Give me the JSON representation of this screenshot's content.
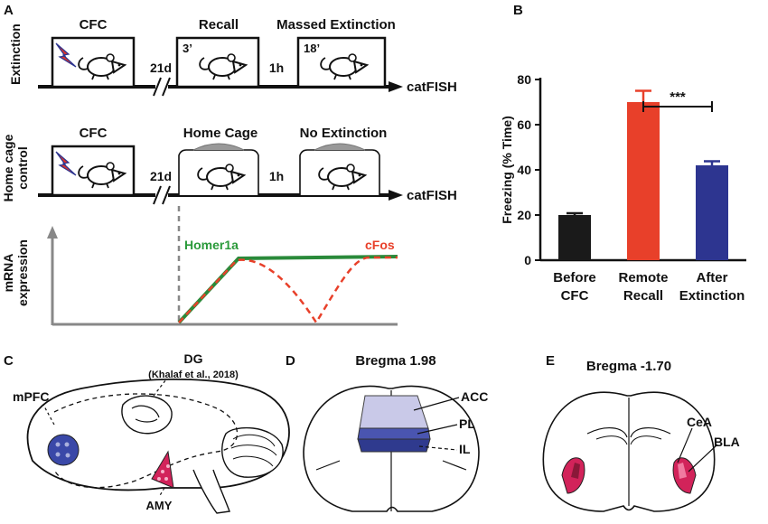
{
  "panels": {
    "a": "A",
    "b": "B",
    "c": "C",
    "d": "D",
    "e": "E"
  },
  "panelA": {
    "row1_label": "Extinction",
    "row2_label_line1": "Home cage",
    "row2_label_line2": "control",
    "cfc": "CFC",
    "gap": "21d",
    "recall": "Recall",
    "recall_time": "3’",
    "massed": "Massed Extinction",
    "massed_time": "18’",
    "interval": "1h",
    "endpoint": "catFISH",
    "home_cage": "Home Cage",
    "no_ext": "No Extinction",
    "mrna_line1": "mRNA",
    "mrna_line2": "expression",
    "homer": "Homer1a",
    "cfos": "cFos"
  },
  "chart_data": {
    "type": "bar",
    "categories": [
      "Before CFC",
      "Remote Recall",
      "After Extinction"
    ],
    "category_lines": [
      [
        "Before",
        "CFC"
      ],
      [
        "Remote",
        "Recall"
      ],
      [
        "After",
        "Extinction"
      ]
    ],
    "values": [
      20,
      70,
      42
    ],
    "errors": [
      0.8,
      5,
      1.8
    ],
    "colors": [
      "#1a1a1a",
      "#e8402a",
      "#2d3590"
    ],
    "ylabel": "Freezing (% Time)",
    "ylim": [
      0,
      80
    ],
    "yticks": [
      0,
      20,
      40,
      60,
      80
    ],
    "significance": {
      "between": [
        1,
        2
      ],
      "label": "***"
    }
  },
  "panelC": {
    "mpfc": "mPFC",
    "dg": "DG",
    "dg_cite": "(Khalaf et al., 2018)",
    "amy": "AMY"
  },
  "panelD": {
    "title": "Bregma 1.98",
    "acc": "ACC",
    "pl": "PL",
    "il": "IL"
  },
  "panelE": {
    "title": "Bregma -1.70",
    "cea": "CeA",
    "bla": "BLA"
  }
}
